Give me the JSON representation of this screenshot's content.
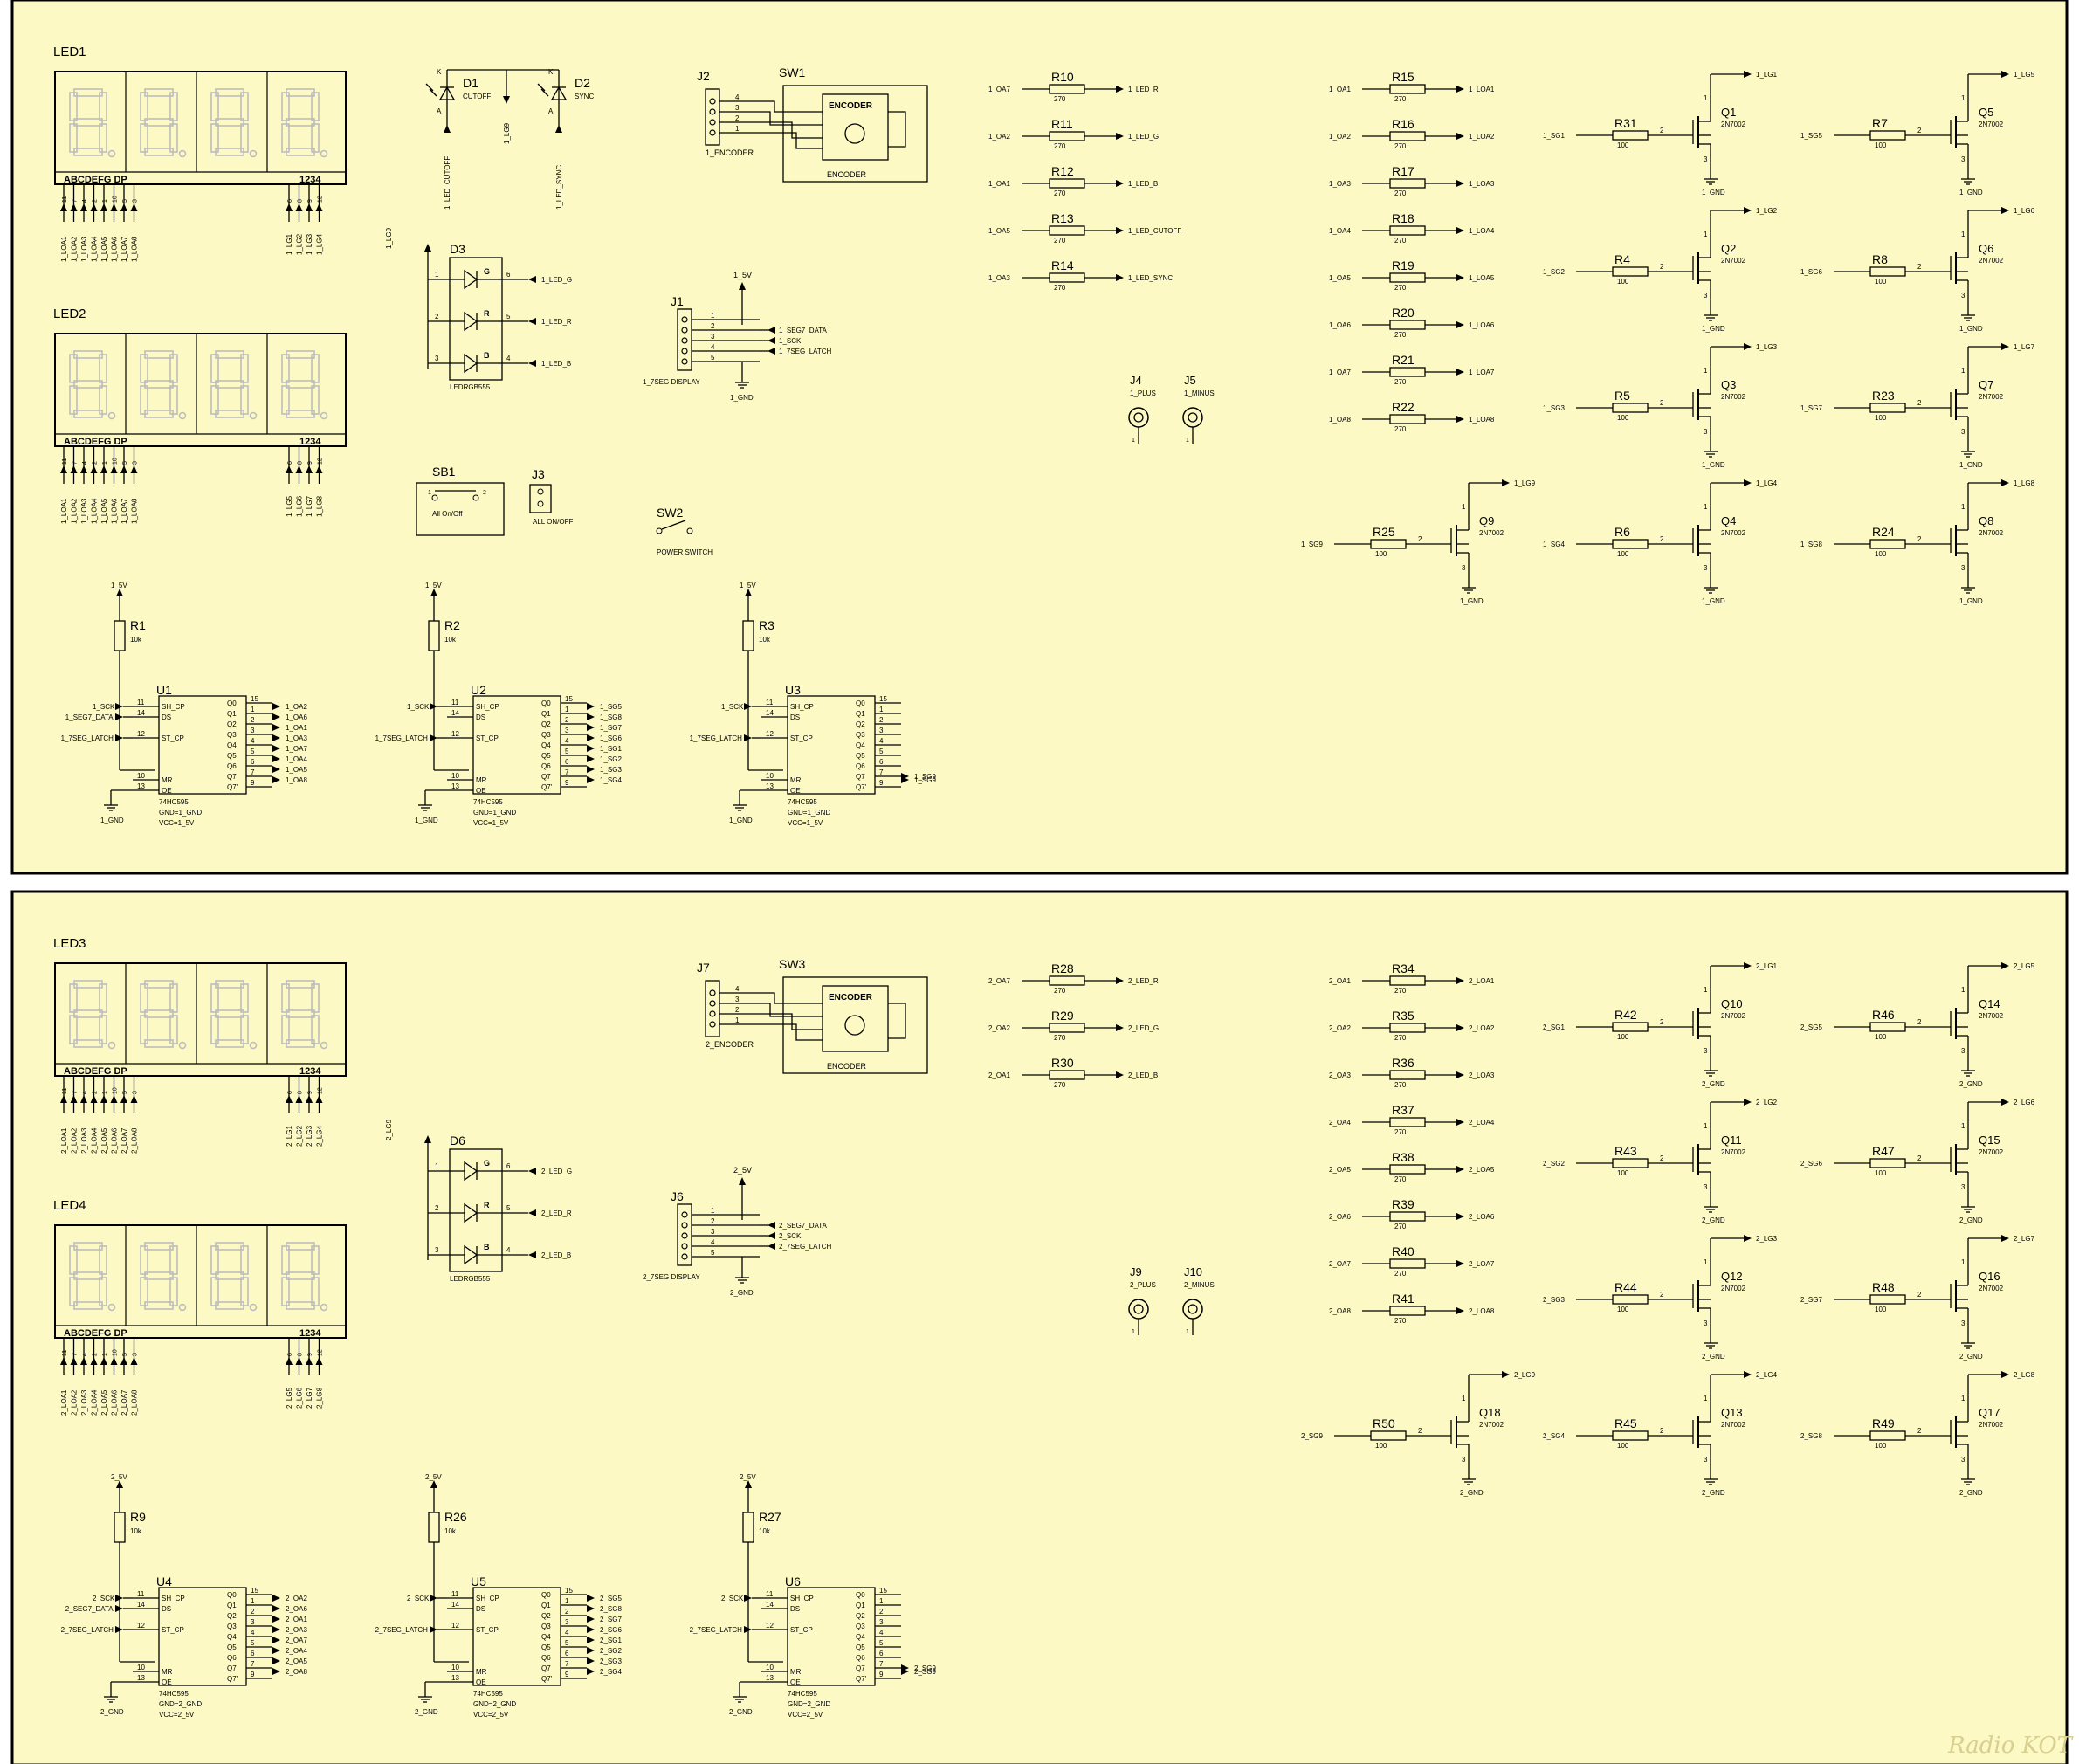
{
  "colors": {
    "paper": "#fcf9c4",
    "ink": "#000000",
    "segment": "#bdbdbd"
  },
  "watermark": "Radio KOT",
  "panels": [
    {
      "prefix": "1",
      "led_top": "LED1",
      "led_bottom": "LED2",
      "led_top_pins": [
        "1_LOA1",
        "1_LOA2",
        "1_LOA3",
        "1_LOA4",
        "1_LOA5",
        "1_LOA6",
        "1_LOA7",
        "1_LOA8"
      ],
      "led_top_digits": [
        "1_LG1",
        "1_LG2",
        "1_LG3",
        "1_LG4"
      ],
      "led_bottom_pins": [
        "1_LOA1",
        "1_LOA2",
        "1_LOA3",
        "1_LOA4",
        "1_LOA5",
        "1_LOA6",
        "1_LOA7",
        "1_LOA8"
      ],
      "led_bottom_digits": [
        "1_LG5",
        "1_LG6",
        "1_LG7",
        "1_LG8"
      ],
      "diodes": [
        {
          "ref": "D1",
          "label": "CUTOFF",
          "net": "1_LED_CUTOFF"
        },
        {
          "ref": "D2",
          "label": "SYNC",
          "net": "1_LED_SYNC"
        }
      ],
      "lg9": "1_LG9",
      "rgb": {
        "ref": "D3",
        "part": "LEDRGB555",
        "nets": [
          "1_LED_G",
          "1_LED_R",
          "1_LED_B"
        ]
      },
      "switch_sb": {
        "ref": "SB1",
        "label": "All On/Off"
      },
      "conn_j3": {
        "ref": "J3",
        "label": "ALL ON/OFF"
      },
      "power_switch": {
        "ref": "SW2",
        "label": "POWER SWITCH"
      },
      "encoder": {
        "jref": "J2",
        "jname": "1_ENCODER",
        "swref": "SW1",
        "body": "ENCODER",
        "sub": "ENCODER"
      },
      "display_conn": {
        "ref": "J1",
        "name": "1_7SEG DISPLAY",
        "vcc": "1_5V",
        "gnd": "1_GND",
        "nets": [
          "1_SEG7_DATA",
          "1_SCK",
          "1_7SEG_LATCH"
        ]
      },
      "led_resistors": [
        {
          "ref": "R10",
          "val": "270",
          "in": "1_OA7",
          "out": "1_LED_R"
        },
        {
          "ref": "R11",
          "val": "270",
          "in": "1_OA2",
          "out": "1_LED_G"
        },
        {
          "ref": "R12",
          "val": "270",
          "in": "1_OA1",
          "out": "1_LED_B"
        },
        {
          "ref": "R13",
          "val": "270",
          "in": "1_OA5",
          "out": "1_LED_CUTOFF"
        },
        {
          "ref": "R14",
          "val": "270",
          "in": "1_OA3",
          "out": "1_LED_SYNC"
        }
      ],
      "seg_resistors": [
        {
          "ref": "R15",
          "val": "270",
          "in": "1_OA1",
          "out": "1_LOA1"
        },
        {
          "ref": "R16",
          "val": "270",
          "in": "1_OA2",
          "out": "1_LOA2"
        },
        {
          "ref": "R17",
          "val": "270",
          "in": "1_OA3",
          "out": "1_LOA3"
        },
        {
          "ref": "R18",
          "val": "270",
          "in": "1_OA4",
          "out": "1_LOA4"
        },
        {
          "ref": "R19",
          "val": "270",
          "in": "1_OA5",
          "out": "1_LOA5"
        },
        {
          "ref": "R20",
          "val": "270",
          "in": "1_OA6",
          "out": "1_LOA6"
        },
        {
          "ref": "R21",
          "val": "270",
          "in": "1_OA7",
          "out": "1_LOA7"
        },
        {
          "ref": "R22",
          "val": "270",
          "in": "1_OA8",
          "out": "1_LOA8"
        }
      ],
      "jacks": [
        {
          "ref": "J4",
          "name": "1_PLUS"
        },
        {
          "ref": "J5",
          "name": "1_MINUS"
        }
      ],
      "mosfets": [
        {
          "q": "Q1",
          "r": "R31",
          "sg": "1_SG1",
          "lg": "1_LG1"
        },
        {
          "q": "Q2",
          "r": "R4",
          "sg": "1_SG2",
          "lg": "1_LG2"
        },
        {
          "q": "Q3",
          "r": "R5",
          "sg": "1_SG3",
          "lg": "1_LG3"
        },
        {
          "q": "Q4",
          "r": "R6",
          "sg": "1_SG4",
          "lg": "1_LG4"
        },
        {
          "q": "Q5",
          "r": "R7",
          "sg": "1_SG5",
          "lg": "1_LG5"
        },
        {
          "q": "Q6",
          "r": "R8",
          "sg": "1_SG6",
          "lg": "1_LG6"
        },
        {
          "q": "Q7",
          "r": "R23",
          "sg": "1_SG7",
          "lg": "1_LG7"
        },
        {
          "q": "Q8",
          "r": "R24",
          "sg": "1_SG8",
          "lg": "1_LG8"
        },
        {
          "q": "Q9",
          "r": "R25",
          "sg": "1_SG9",
          "lg": "1_LG9"
        }
      ],
      "mosfet_part": "2N7002",
      "mosfet_rval": "100",
      "gnd": "1_GND",
      "vcc": "1_5V",
      "shift_regs": [
        {
          "ref": "U1",
          "r": "R1",
          "outs": [
            "1_OA2",
            "1_OA6",
            "1_OA1",
            "1_OA3",
            "1_OA7",
            "1_OA4",
            "1_OA5",
            "1_OA8"
          ]
        },
        {
          "ref": "U2",
          "r": "R2",
          "outs": [
            "1_SG5",
            "1_SG8",
            "1_SG7",
            "1_SG6",
            "1_SG1",
            "1_SG2",
            "1_SG3",
            "1_SG4"
          ]
        },
        {
          "ref": "U3",
          "r": "R3",
          "outs": [
            "",
            "",
            "",
            "",
            "",
            "",
            "",
            "1_SG9"
          ]
        }
      ],
      "sr_part": "74HC595",
      "sr_gnd": "GND=1_GND",
      "sr_vcc": "VCC=1_5V",
      "sr_inputs": [
        "1_SCK",
        "1_SEG7_DATA",
        "1_7SEG_LATCH"
      ]
    },
    {
      "prefix": "2",
      "led_top": "LED3",
      "led_bottom": "LED4",
      "led_top_pins": [
        "2_LOA1",
        "2_LOA2",
        "2_LOA3",
        "2_LOA4",
        "2_LOA5",
        "2_LOA6",
        "2_LOA7",
        "2_LOA8"
      ],
      "led_top_digits": [
        "2_LG1",
        "2_LG2",
        "2_LG3",
        "2_LG4"
      ],
      "led_bottom_pins": [
        "2_LOA1",
        "2_LOA2",
        "2_LOA3",
        "2_LOA4",
        "2_LOA5",
        "2_LOA6",
        "2_LOA7",
        "2_LOA8"
      ],
      "led_bottom_digits": [
        "2_LG5",
        "2_LG6",
        "2_LG7",
        "2_LG8"
      ],
      "lg9": "2_LG9",
      "rgb": {
        "ref": "D6",
        "part": "LEDRGB555",
        "nets": [
          "2_LED_G",
          "2_LED_R",
          "2_LED_B"
        ]
      },
      "encoder": {
        "jref": "J7",
        "jname": "2_ENCODER",
        "swref": "SW3",
        "body": "ENCODER",
        "sub": "ENCODER"
      },
      "display_conn": {
        "ref": "J6",
        "name": "2_7SEG DISPLAY",
        "vcc": "2_5V",
        "gnd": "2_GND",
        "nets": [
          "2_SEG7_DATA",
          "2_SCK",
          "2_7SEG_LATCH"
        ]
      },
      "led_resistors": [
        {
          "ref": "R28",
          "val": "270",
          "in": "2_OA7",
          "out": "2_LED_R"
        },
        {
          "ref": "R29",
          "val": "270",
          "in": "2_OA2",
          "out": "2_LED_G"
        },
        {
          "ref": "R30",
          "val": "270",
          "in": "2_OA1",
          "out": "2_LED_B"
        }
      ],
      "seg_resistors": [
        {
          "ref": "R34",
          "val": "270",
          "in": "2_OA1",
          "out": "2_LOA1"
        },
        {
          "ref": "R35",
          "val": "270",
          "in": "2_OA2",
          "out": "2_LOA2"
        },
        {
          "ref": "R36",
          "val": "270",
          "in": "2_OA3",
          "out": "2_LOA3"
        },
        {
          "ref": "R37",
          "val": "270",
          "in": "2_OA4",
          "out": "2_LOA4"
        },
        {
          "ref": "R38",
          "val": "270",
          "in": "2_OA5",
          "out": "2_LOA5"
        },
        {
          "ref": "R39",
          "val": "270",
          "in": "2_OA6",
          "out": "2_LOA6"
        },
        {
          "ref": "R40",
          "val": "270",
          "in": "2_OA7",
          "out": "2_LOA7"
        },
        {
          "ref": "R41",
          "val": "270",
          "in": "2_OA8",
          "out": "2_LOA8"
        }
      ],
      "jacks": [
        {
          "ref": "J9",
          "name": "2_PLUS"
        },
        {
          "ref": "J10",
          "name": "2_MINUS"
        }
      ],
      "mosfets": [
        {
          "q": "Q10",
          "r": "R42",
          "sg": "2_SG1",
          "lg": "2_LG1"
        },
        {
          "q": "Q11",
          "r": "R43",
          "sg": "2_SG2",
          "lg": "2_LG2"
        },
        {
          "q": "Q12",
          "r": "R44",
          "sg": "2_SG3",
          "lg": "2_LG3"
        },
        {
          "q": "Q13",
          "r": "R45",
          "sg": "2_SG4",
          "lg": "2_LG4"
        },
        {
          "q": "Q14",
          "r": "R46",
          "sg": "2_SG5",
          "lg": "2_LG5"
        },
        {
          "q": "Q15",
          "r": "R47",
          "sg": "2_SG6",
          "lg": "2_LG6"
        },
        {
          "q": "Q16",
          "r": "R48",
          "sg": "2_SG7",
          "lg": "2_LG7"
        },
        {
          "q": "Q17",
          "r": "R49",
          "sg": "2_SG8",
          "lg": "2_LG8"
        },
        {
          "q": "Q18",
          "r": "R50",
          "sg": "2_SG9",
          "lg": "2_LG9"
        }
      ],
      "mosfet_part": "2N7002",
      "mosfet_rval": "100",
      "gnd": "2_GND",
      "vcc": "2_5V",
      "shift_regs": [
        {
          "ref": "U4",
          "r": "R9",
          "outs": [
            "2_OA2",
            "2_OA6",
            "2_OA1",
            "2_OA3",
            "2_OA7",
            "2_OA4",
            "2_OA5",
            "2_OA8"
          ]
        },
        {
          "ref": "U5",
          "r": "R26",
          "outs": [
            "2_SG5",
            "2_SG8",
            "2_SG7",
            "2_SG6",
            "2_SG1",
            "2_SG2",
            "2_SG3",
            "2_SG4"
          ]
        },
        {
          "ref": "U6",
          "r": "R27",
          "outs": [
            "",
            "",
            "",
            "",
            "",
            "",
            "",
            "2_SG9"
          ]
        }
      ],
      "sr_part": "74HC595",
      "sr_gnd": "GND=2_GND",
      "sr_vcc": "VCC=2_5V",
      "sr_inputs": [
        "2_SCK",
        "2_SEG7_DATA",
        "2_7SEG_LATCH"
      ]
    }
  ],
  "common": {
    "seg_letters": "ABCDEFG DP",
    "digit_nums": "1234",
    "seg_pin_nums": [
      "11",
      "7",
      "4",
      "2",
      "1",
      "10",
      "5",
      "3"
    ],
    "digit_pin_nums": [
      "6",
      "8",
      "9",
      "12"
    ],
    "resistor_10k": "10k",
    "sr_pins_left": [
      "SH_CP",
      "DS",
      "ST_CP",
      "MR",
      "OE"
    ],
    "sr_pins_left_nums": [
      "11",
      "14",
      "12",
      "10",
      "13"
    ],
    "sr_pins_right": [
      "Q0",
      "Q1",
      "Q2",
      "Q3",
      "Q4",
      "Q5",
      "Q6",
      "Q7",
      "Q7'"
    ],
    "sr_pins_right_nums": [
      "15",
      "1",
      "2",
      "3",
      "4",
      "5",
      "6",
      "7",
      "9"
    ],
    "rgb_colors": [
      "G",
      "R",
      "B"
    ],
    "rgb_pin_l": [
      "1",
      "2",
      "3"
    ],
    "rgb_pin_r": [
      "6",
      "5",
      "4"
    ],
    "enc_pins": [
      "4",
      "3",
      "2",
      "1"
    ],
    "conn5_pins": [
      "1",
      "2",
      "3",
      "4",
      "5"
    ],
    "mosfet_pins": [
      "1",
      "2",
      "3"
    ],
    "switch_pins": [
      "1",
      "2"
    ],
    "jack_pin": "1",
    "diode_pins": [
      "K",
      "A"
    ]
  }
}
